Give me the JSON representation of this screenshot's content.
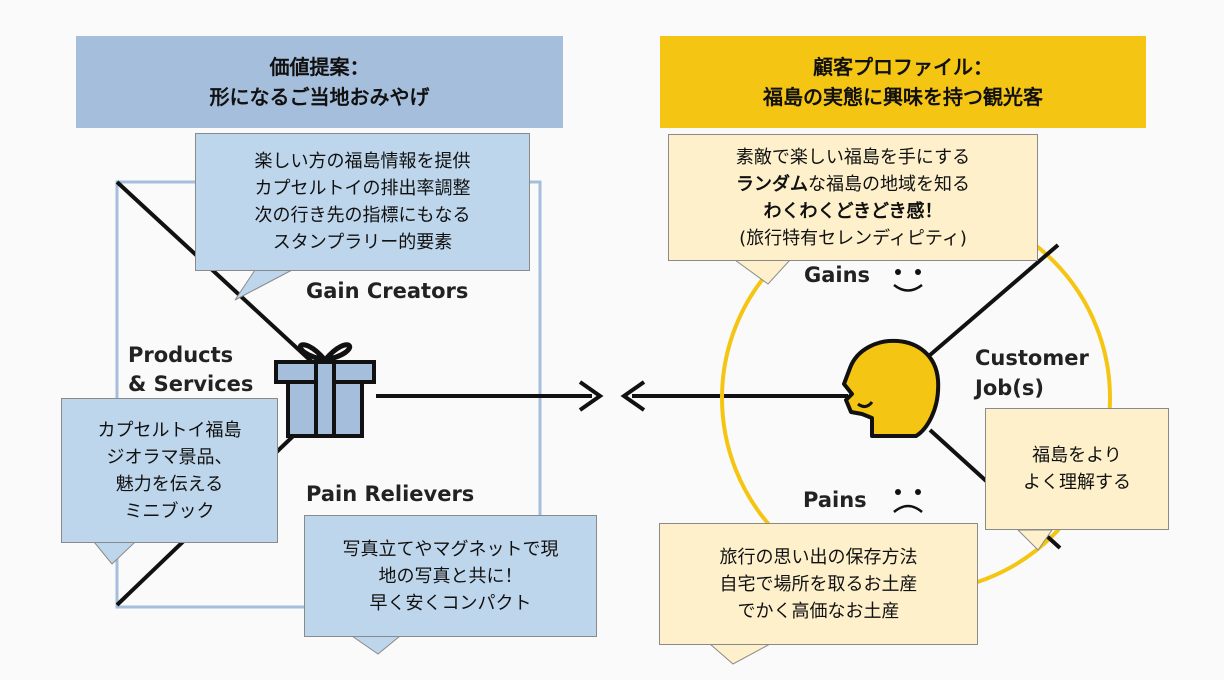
{
  "colors": {
    "header_left_bg": "#a5bedc",
    "header_right_bg": "#f5c513",
    "callout_blue": "#bed6ec",
    "callout_yellow": "#fdf0cb",
    "value_map_frame": "#a5bedc",
    "profile_circle": "#f5c513",
    "head_fill": "#f5c513"
  },
  "value_proposition": {
    "title_line1": "価値提案：",
    "title_line2": "形になるご当地おみやげ",
    "gain_creators_label": "Gain Creators",
    "products_line1": "Products",
    "products_line2": "& Services",
    "pain_relievers_label": "Pain Relievers",
    "gift_icon": "gift-icon",
    "callout_gain_creators": [
      "楽しい方の福島情報を提供",
      "カプセルトイの排出率調整",
      "次の行き先の指標にもなる",
      "スタンプラリー的要素"
    ],
    "callout_products": [
      "カプセルトイ福島",
      "ジオラマ景品、",
      "魅力を伝える",
      "ミニブック"
    ],
    "callout_pain_relievers": [
      "写真立てやマグネットで現",
      "地の写真と共に！",
      "早く安くコンパクト"
    ]
  },
  "customer_profile": {
    "title_line1": "顧客プロファイル：",
    "title_line2": "福島の実態に興味を持つ観光客",
    "gains_label": "Gains",
    "customer_job_line1": "Customer",
    "customer_job_line2": "Job(s)",
    "pains_label": "Pains",
    "head_icon": "customer-head-icon",
    "callout_gains": {
      "line1": "素敵で楽しい福島を手にする",
      "line2_bold": "ランダム",
      "line2_rest": "な福島の地域を知る",
      "line3": "わくわくどきどき感！",
      "line4": "(旅行特有セレンディピティ)"
    },
    "callout_job": [
      "福島をより",
      "よく理解する"
    ],
    "callout_pains": [
      "旅行の思い出の保存方法",
      "自宅で場所を取るお土産",
      "でかく高価なお土産"
    ]
  }
}
